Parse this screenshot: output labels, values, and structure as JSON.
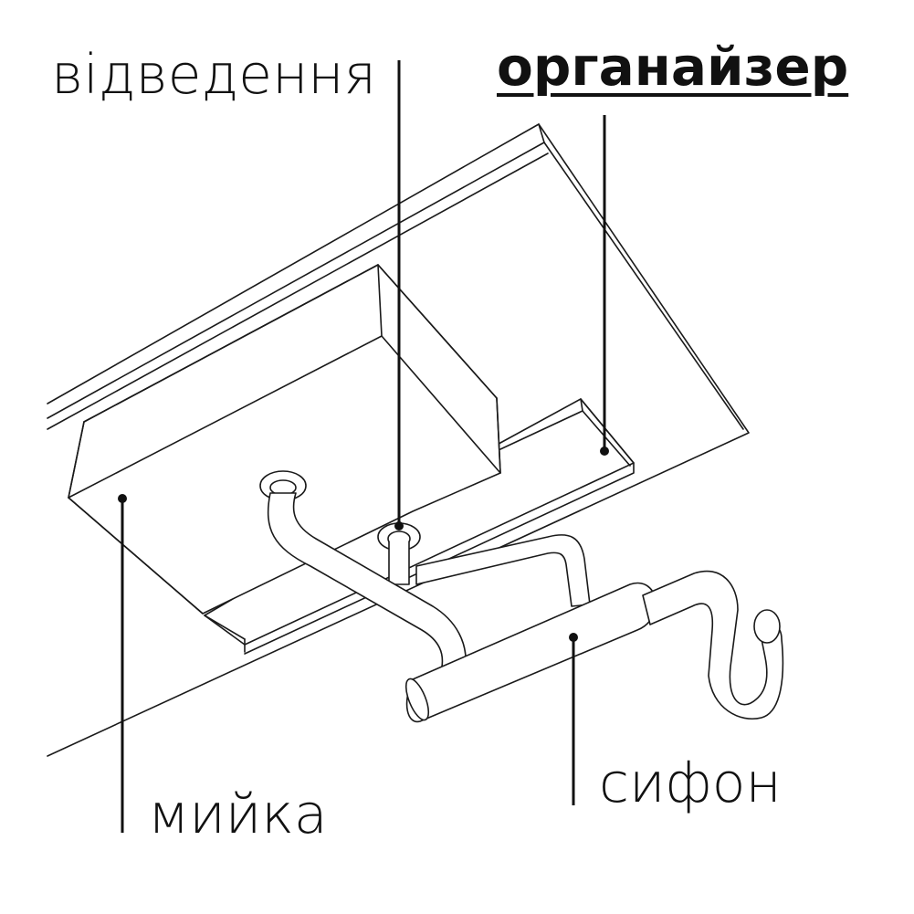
{
  "labels": {
    "drain": "відведення",
    "organizer": "органайзер",
    "sink": "мийка",
    "siphon": "сифон"
  },
  "colors": {
    "line": "#1a1a1a",
    "text": "#111111",
    "background": "#ffffff"
  }
}
